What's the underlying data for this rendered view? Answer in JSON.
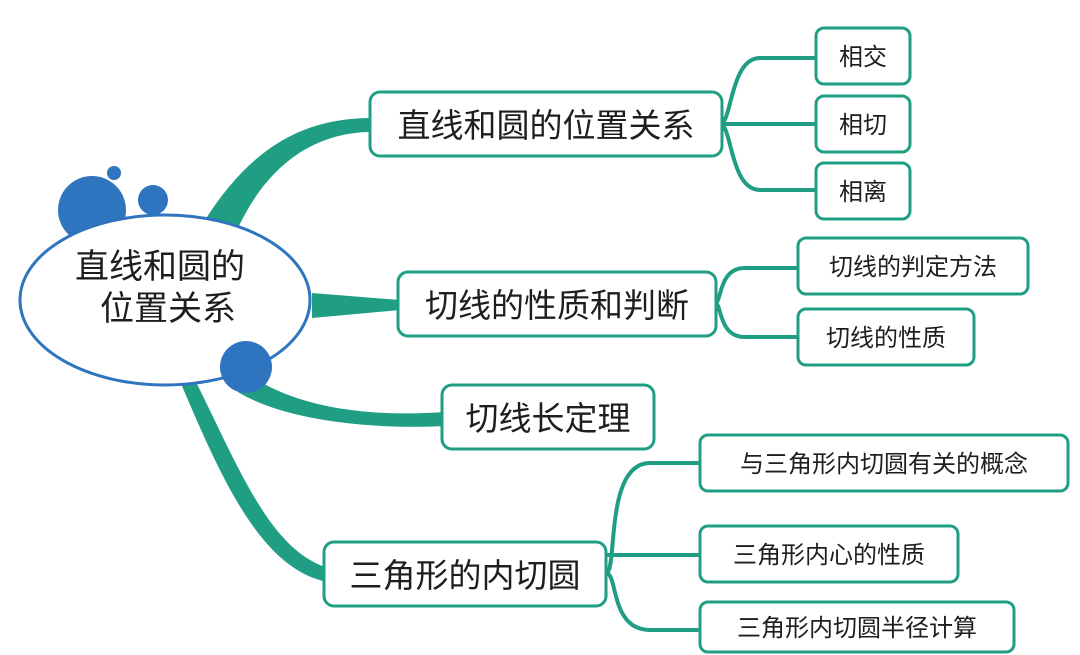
{
  "root": {
    "line1": "直线和圆的",
    "line2": "位置关系"
  },
  "branches": [
    {
      "label": "直线和圆的位置关系",
      "children": [
        "相交",
        "相切",
        "相离"
      ]
    },
    {
      "label": "切线的性质和判断",
      "children": [
        "切线的判定方法",
        "切线的性质"
      ]
    },
    {
      "label": "切线长定理",
      "children": []
    },
    {
      "label": "三角形的内切圆",
      "children": [
        "与三角形内切圆有关的概念",
        "三角形内心的性质",
        "三角形内切圆半径计算"
      ]
    }
  ],
  "colors": {
    "link": "#1f9e84",
    "accent_circle": "#2f74bf",
    "root_border": "#2f74bf",
    "text": "#1e1e1e"
  }
}
